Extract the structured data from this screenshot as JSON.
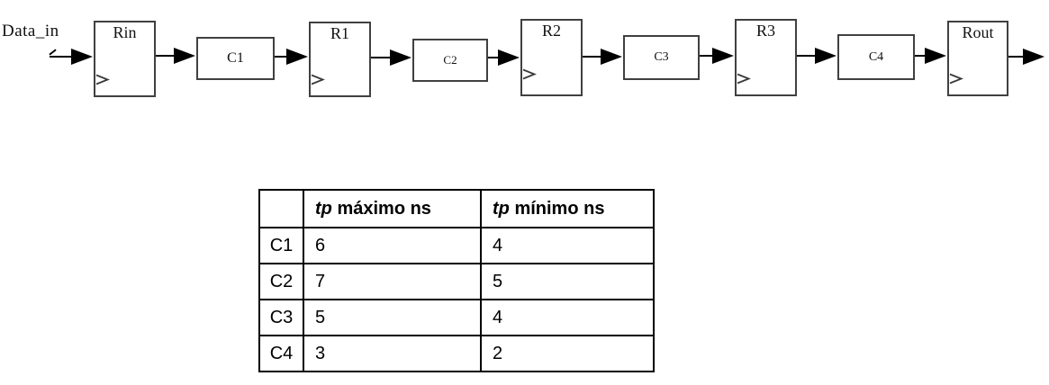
{
  "diagram": {
    "input_label": "Data_in",
    "registers": [
      {
        "label": "Rin"
      },
      {
        "label": "R1"
      },
      {
        "label": "R2"
      },
      {
        "label": "R3"
      },
      {
        "label": "Rout"
      }
    ],
    "comb_blocks": [
      {
        "label": "C1"
      },
      {
        "label": "C2"
      },
      {
        "label": "C3"
      },
      {
        "label": "C4"
      }
    ]
  },
  "table": {
    "header": {
      "corner": "",
      "max_col": {
        "symbol": "tp",
        "label": " máximo ns"
      },
      "min_col": {
        "symbol": "tp",
        "label": " mínimo ns"
      }
    },
    "rows": [
      {
        "block": "C1",
        "tp_max": "6",
        "tp_min": "4"
      },
      {
        "block": "C2",
        "tp_max": "7",
        "tp_min": "5"
      },
      {
        "block": "C3",
        "tp_max": "5",
        "tp_min": "4"
      },
      {
        "block": "C4",
        "tp_max": "3",
        "tp_min": "2"
      }
    ]
  },
  "colors": {
    "diagram_box_border": "#404040",
    "arrow": "#000000",
    "table_border": "#000000",
    "text": "#000000"
  }
}
